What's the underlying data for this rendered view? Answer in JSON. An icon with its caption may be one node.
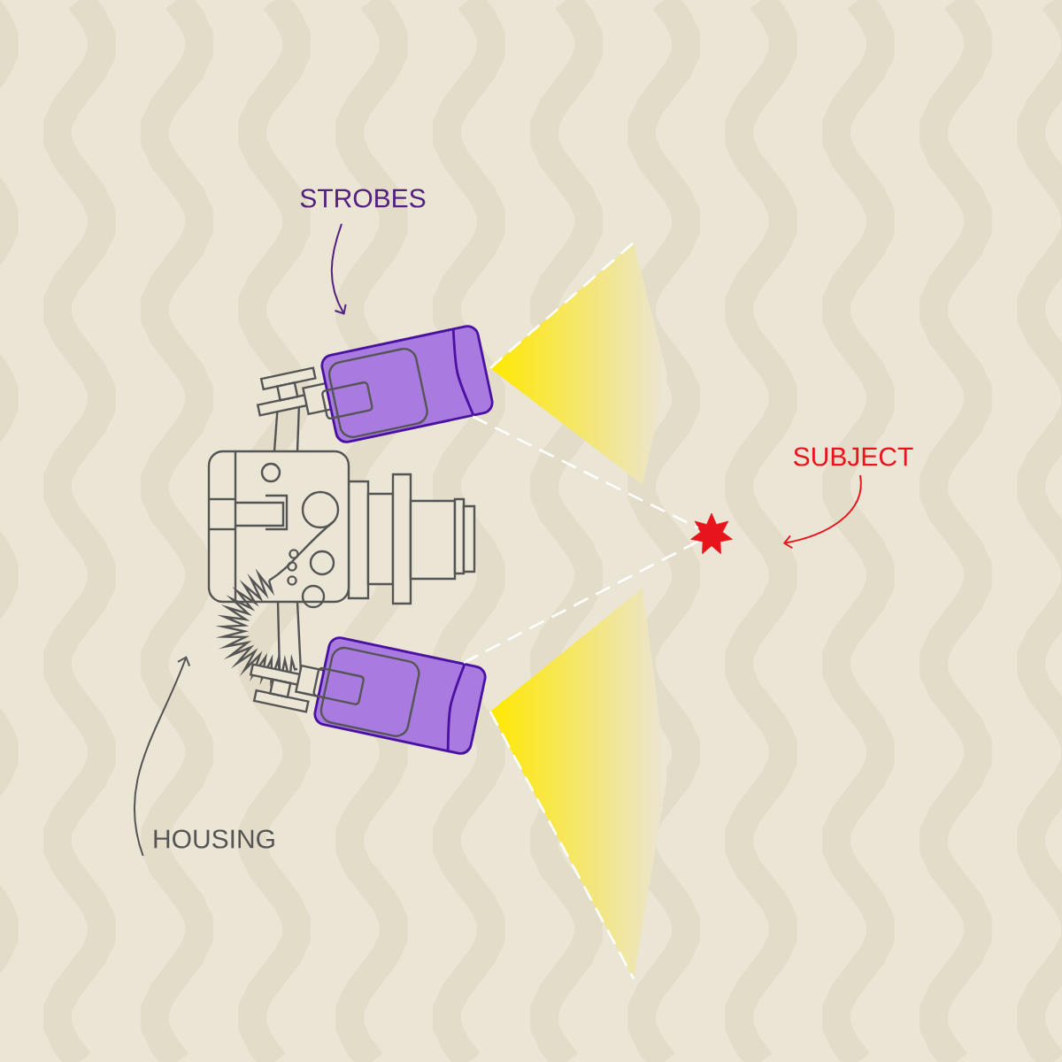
{
  "diagram": {
    "nodes": [
      {
        "text": [
          "STROBES"
        ]
      },
      {
        "text": [],
        "shape": "picture"
      },
      {
        "text": [],
        "shape": "picture"
      },
      {
        "text": [],
        "shape": "picture"
      },
      {
        "text": [],
        "shape": "star"
      },
      {
        "text": [
          "SUBJECT"
        ]
      },
      {
        "text": [
          "HOUSING"
        ]
      }
    ],
    "edges": [
      {
        "from": 0,
        "to": 1,
        "arrow": "to",
        "color": "#55217f"
      },
      {
        "from": 5,
        "to": 4,
        "arrow": "to",
        "color": "#e8141b"
      },
      {
        "from": 6,
        "to": 3,
        "arrow": "to",
        "color": "#555555"
      },
      {
        "from": 1,
        "to": 4,
        "arrow": "none",
        "style": "dashed",
        "color": "#ffffff"
      },
      {
        "from": 2,
        "to": 4,
        "arrow": "none",
        "style": "dashed",
        "color": "#ffffff"
      }
    ]
  }
}
